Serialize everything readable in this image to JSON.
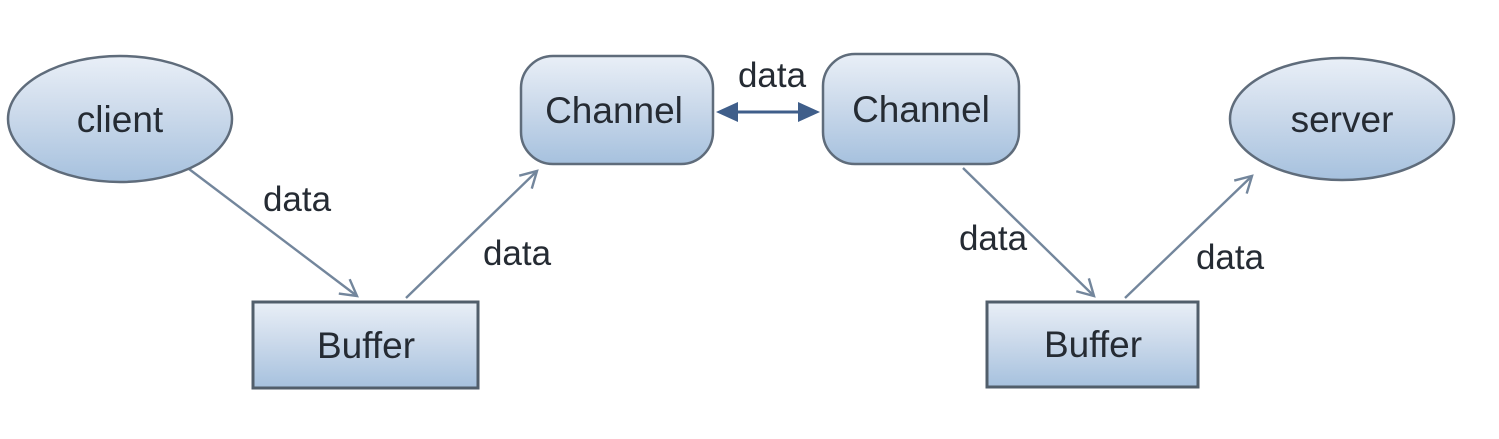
{
  "diagram": {
    "description": "Client to server data flow through buffers and channels",
    "colors": {
      "background": "#ffffff",
      "node_fill_top": "#e9eff7",
      "node_fill_mid": "#ccdaeb",
      "node_fill_bottom": "#a6c1de",
      "node_border": "#5f6c7b",
      "arrow_line": "#73869c",
      "double_arrow": "#3f5e8a",
      "text": "#252b33"
    },
    "nodes": [
      {
        "id": "client",
        "label": "client",
        "shape": "ellipse"
      },
      {
        "id": "buffer-left",
        "label": "Buffer",
        "shape": "rect"
      },
      {
        "id": "channel-left",
        "label": "Channel",
        "shape": "rounded-rect"
      },
      {
        "id": "channel-right",
        "label": "Channel",
        "shape": "rounded-rect"
      },
      {
        "id": "buffer-right",
        "label": "Buffer",
        "shape": "rect"
      },
      {
        "id": "server",
        "label": "server",
        "shape": "ellipse"
      }
    ],
    "edges": [
      {
        "from": "client",
        "to": "buffer-left",
        "label": "data",
        "type": "arrow"
      },
      {
        "from": "buffer-left",
        "to": "channel-left",
        "label": "data",
        "type": "arrow"
      },
      {
        "from": "channel-left",
        "to": "channel-right",
        "label": "data",
        "type": "double-arrow"
      },
      {
        "from": "channel-right",
        "to": "buffer-right",
        "label": "data",
        "type": "arrow"
      },
      {
        "from": "buffer-right",
        "to": "server",
        "label": "data",
        "type": "arrow"
      }
    ]
  }
}
